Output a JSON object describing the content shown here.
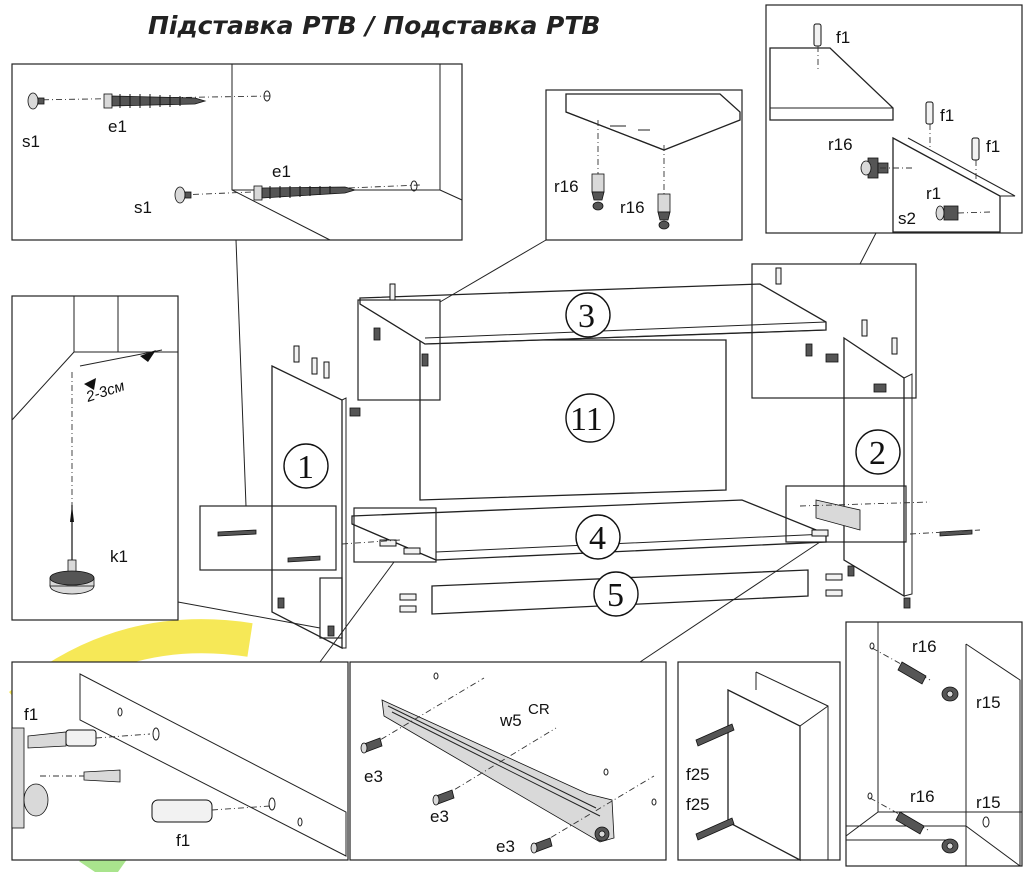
{
  "title": "Підставка РТВ / Подставка РТВ",
  "parts": {
    "p1": "1",
    "p2": "2",
    "p3": "3",
    "p4": "4",
    "p5": "5",
    "p11": "11"
  },
  "labels": {
    "s1": "s1",
    "e1": "e1",
    "f1": "f1",
    "r16": "r16",
    "r1": "r1",
    "s2": "s2",
    "k1": "k1",
    "dimension": "2-3см",
    "e3": "e3",
    "w5": "w5",
    "w5_sup": "CR",
    "f25": "f25",
    "r15": "r15"
  },
  "colors": {
    "watermark_yellow": "#f5e53a",
    "watermark_green": "#9be07a"
  }
}
